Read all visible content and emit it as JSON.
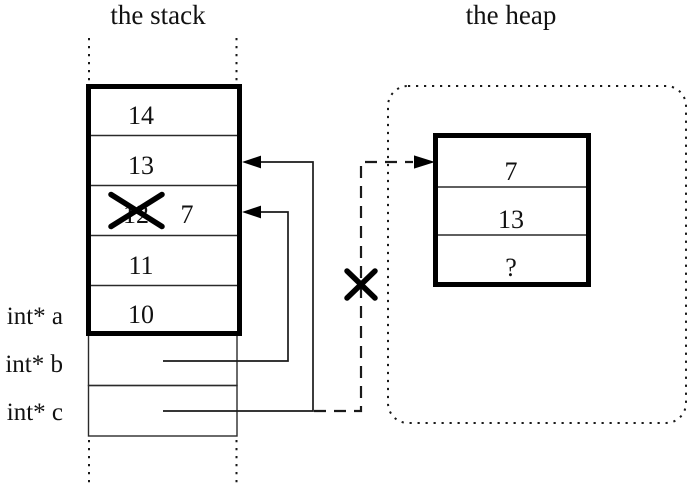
{
  "titles": {
    "stack": "the stack",
    "heap": "the heap"
  },
  "stack": {
    "cells": [
      "14",
      "13",
      "12",
      "11",
      "10"
    ],
    "replacement_value": "7",
    "pointer_labels": [
      "int* a",
      "int* b",
      "int* c"
    ]
  },
  "heap": {
    "cells": [
      "7",
      "13",
      "?"
    ]
  },
  "colors": {
    "ink": "#000000",
    "background": "#ffffff"
  }
}
